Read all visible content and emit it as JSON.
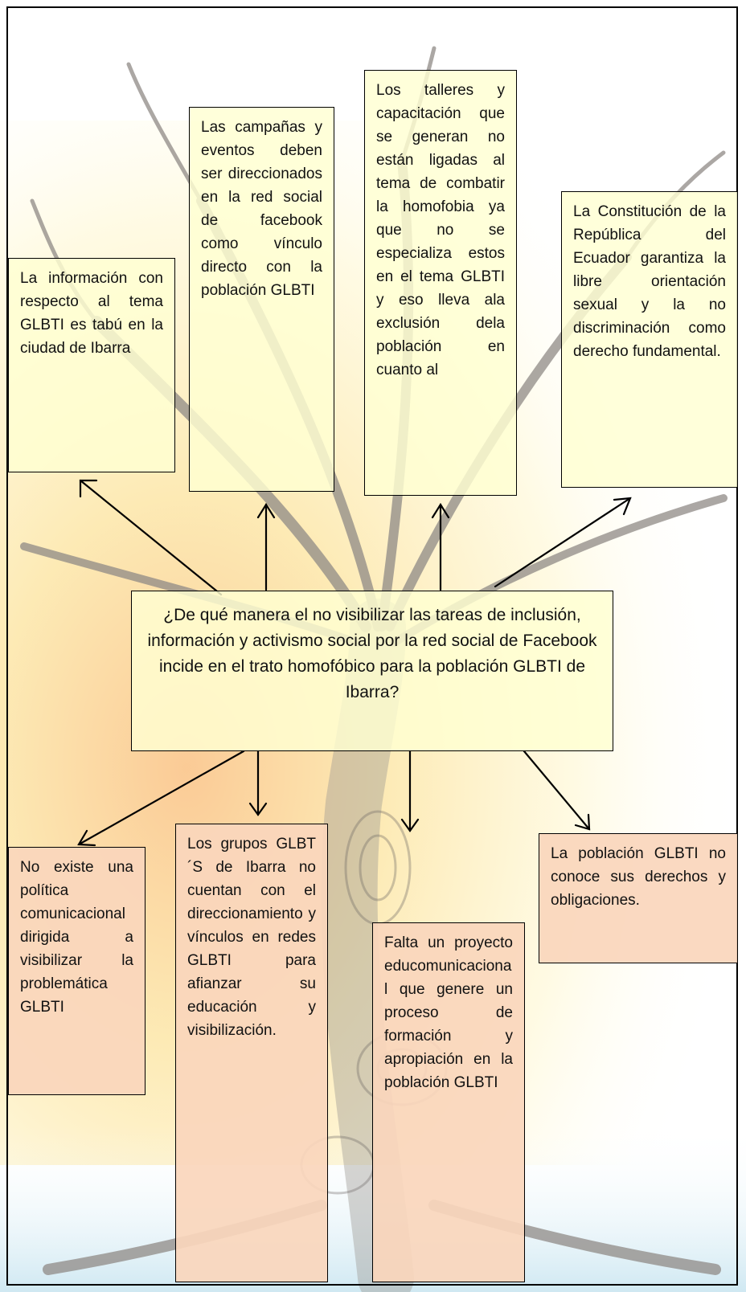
{
  "diagram": {
    "central_question": "¿De qué manera el no visibilizar las tareas de inclusión, información y activismo social por la red social de Facebook incide en el trato homofóbico para la población GLBTI de Ibarra?",
    "effects": [
      "La información con respecto al tema GLBTI es tabú en la ciudad de Ibarra",
      "Las campañas y eventos deben ser direccionados en la red social de facebook como vínculo directo con la población GLBTI",
      "Los talleres y capacitación que se generan no están ligadas al tema de combatir la homofobia ya que no se especializa estos en el tema GLBTI y eso lleva ala exclusión dela población en cuanto al",
      "La Constitución de la República del Ecuador garantiza la libre orientación sexual y la no discriminación como derecho fundamental."
    ],
    "causes": [
      "No existe una política comunicacional dirigida a visibilizar la problemática GLBTI",
      "Los grupos GLBT´S de Ibarra no cuentan con el direccionamiento y vínculos en redes GLBTI para afianzar su educación y visibilización.",
      "Falta un proyecto educomunicacional que genere un proceso de formación y apropiación en la población GLBTI",
      "La población GLBTI no conoce sus derechos y obligaciones."
    ],
    "colors": {
      "effect_box": "#ffffd2",
      "central_box": "#ffffd2",
      "cause_box": "#fad6bc",
      "border": "#000000",
      "tree": "#8f8a86",
      "sky_warm": "#fbe27a"
    },
    "background_icon": "tree-illustration"
  }
}
